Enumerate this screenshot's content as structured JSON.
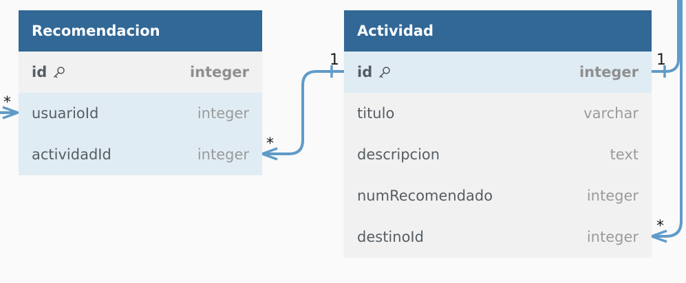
{
  "tables": [
    {
      "name": "Recomendacion",
      "fields": [
        {
          "name": "id",
          "type": "integer",
          "pk": true
        },
        {
          "name": "usuarioId",
          "type": "integer"
        },
        {
          "name": "actividadId",
          "type": "integer"
        }
      ]
    },
    {
      "name": "Actividad",
      "fields": [
        {
          "name": "id",
          "type": "integer",
          "pk": true
        },
        {
          "name": "titulo",
          "type": "varchar"
        },
        {
          "name": "descripcion",
          "type": "text"
        },
        {
          "name": "numRecomendado",
          "type": "integer"
        },
        {
          "name": "destinoId",
          "type": "integer"
        }
      ]
    }
  ],
  "cardinality": {
    "many": "*",
    "one": "1"
  },
  "colors": {
    "header": "#316896",
    "connector": "#5f9bc9",
    "highlight_row": "#dfecf4"
  }
}
